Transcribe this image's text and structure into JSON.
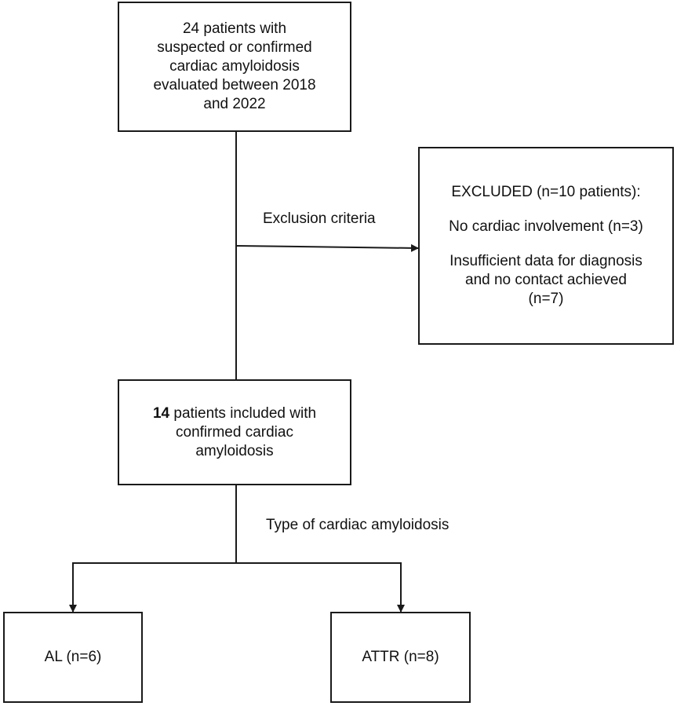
{
  "colors": {
    "stroke": "#1a1a1a",
    "background": "#ffffff",
    "text": "#111111"
  },
  "boxes": {
    "start": {
      "lines": [
        "24 patients with",
        "suspected or confirmed",
        "cardiac amyloidosis",
        "evaluated between 2018",
        "and 2022"
      ]
    },
    "excluded": {
      "title": "EXCLUDED (n=10 patients):",
      "reason1": "No cardiac involvement (n=3)",
      "reason2_lines": [
        "Insufficient data for diagnosis",
        "and no contact achieved",
        "(n=7)"
      ]
    },
    "included": {
      "count": "14",
      "line1_rest": " patients included with",
      "line2": "confirmed cardiac",
      "line3": "amyloidosis"
    },
    "al": {
      "label": "AL (n=6)"
    },
    "attr": {
      "label": "ATTR (n=8)"
    }
  },
  "edge_labels": {
    "exclusion": "Exclusion criteria",
    "type": "Type of cardiac amyloidosis"
  }
}
